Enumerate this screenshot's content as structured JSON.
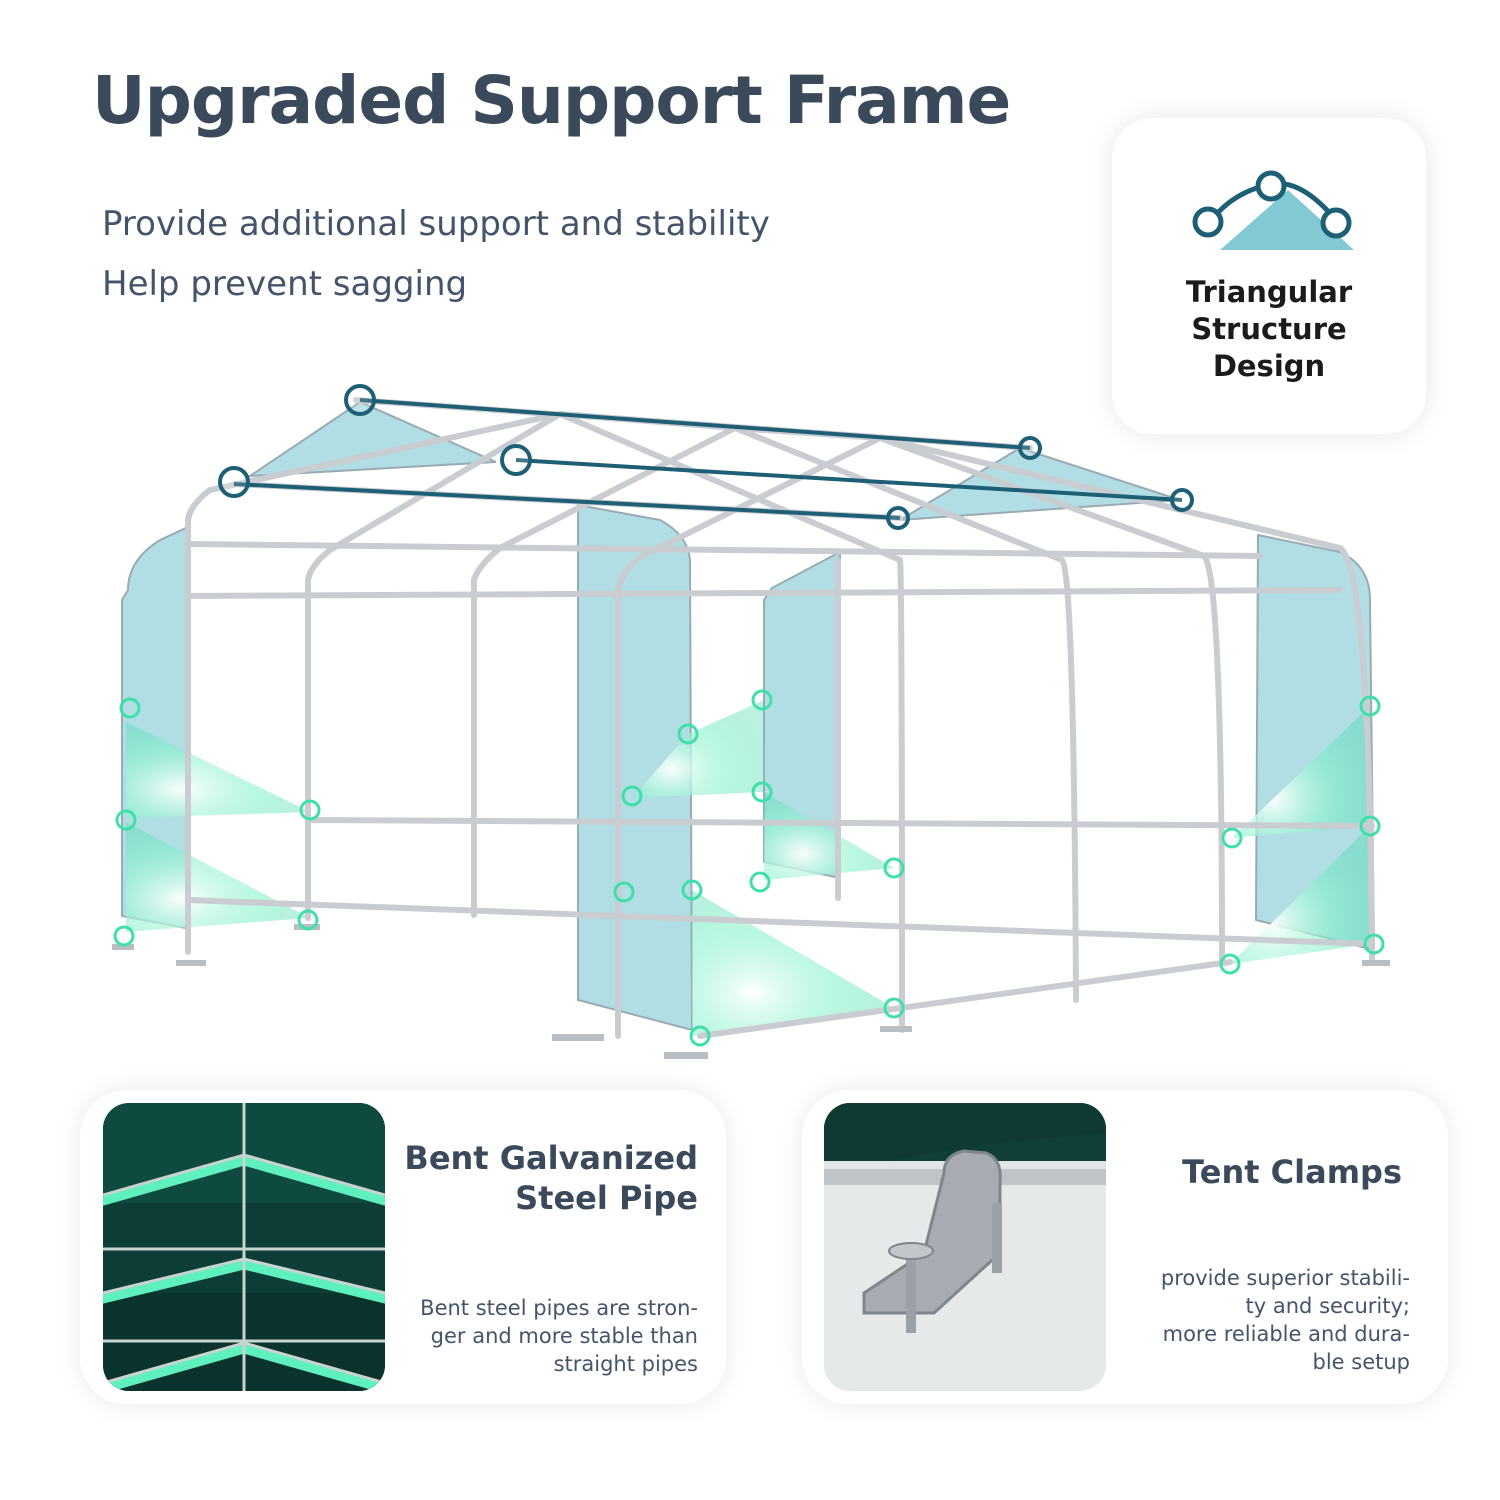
{
  "header": {
    "title": "Upgraded Support Frame",
    "subtitle_lines": [
      "Provide additional support and stability",
      "Help prevent sagging"
    ]
  },
  "feature_triangle": {
    "label_lines": [
      "Triangular",
      "Structure",
      "Design"
    ],
    "icon": "triangle-structure-icon"
  },
  "tent_illustration": {
    "icon": "greenhouse-frame-illustration"
  },
  "feature_pipe": {
    "heading_lines": [
      "Bent Galvanized",
      "Steel Pipe"
    ],
    "body_lines": [
      "Bent steel pipes are stron-",
      "ger and more stable than",
      "straight pipes"
    ]
  },
  "feature_clamps": {
    "heading_lines": [
      "Tent Clamps"
    ],
    "body_lines": [
      "provide superior stabili-",
      "ty and security;",
      "more reliable and dura-",
      "ble setup"
    ]
  },
  "colors": {
    "title": "#3b4a5a",
    "accent_teal": "#1d5f74",
    "panel_teal": "#8fd0d8",
    "glow_green": "#5ef0bf"
  }
}
